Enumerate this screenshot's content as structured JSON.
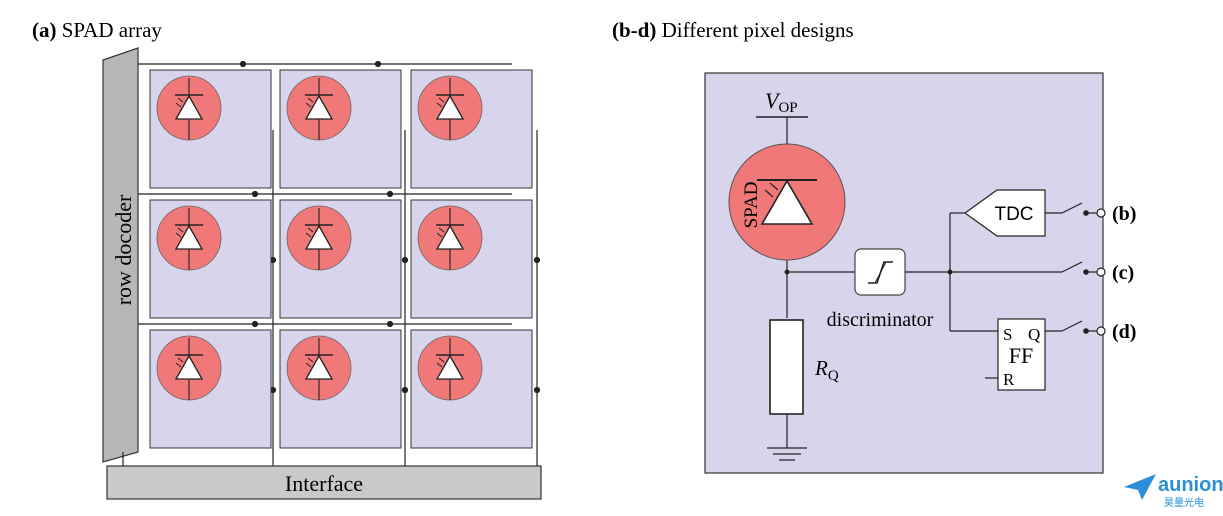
{
  "panel_a": {
    "label_bold": "(a)",
    "title": " SPAD array",
    "row_decoder": "row docoder",
    "interface": "Interface",
    "pixel_count": 9
  },
  "panel_b": {
    "label_bold": "(b-d)",
    "title": " Different pixel designs",
    "vop_main": "V",
    "vop_sub": "OP",
    "spad": "SPAD",
    "discriminator": "discriminator",
    "rq_main": "R",
    "rq_sub": "Q",
    "tdc": "TDC",
    "ff": "FF",
    "ff_s": "S",
    "ff_q": "Q",
    "ff_r": "R",
    "out_b": "(b)",
    "out_c": "(c)",
    "out_d": "(d)"
  },
  "logo": {
    "name": "aunion",
    "subtitle": "昊量光电"
  },
  "colors": {
    "pixel_fill": "#d8d4eb",
    "spad_fill": "#f07878",
    "decoder_fill": "#b7b7b7",
    "logo_blue": "#2a8fd8"
  }
}
